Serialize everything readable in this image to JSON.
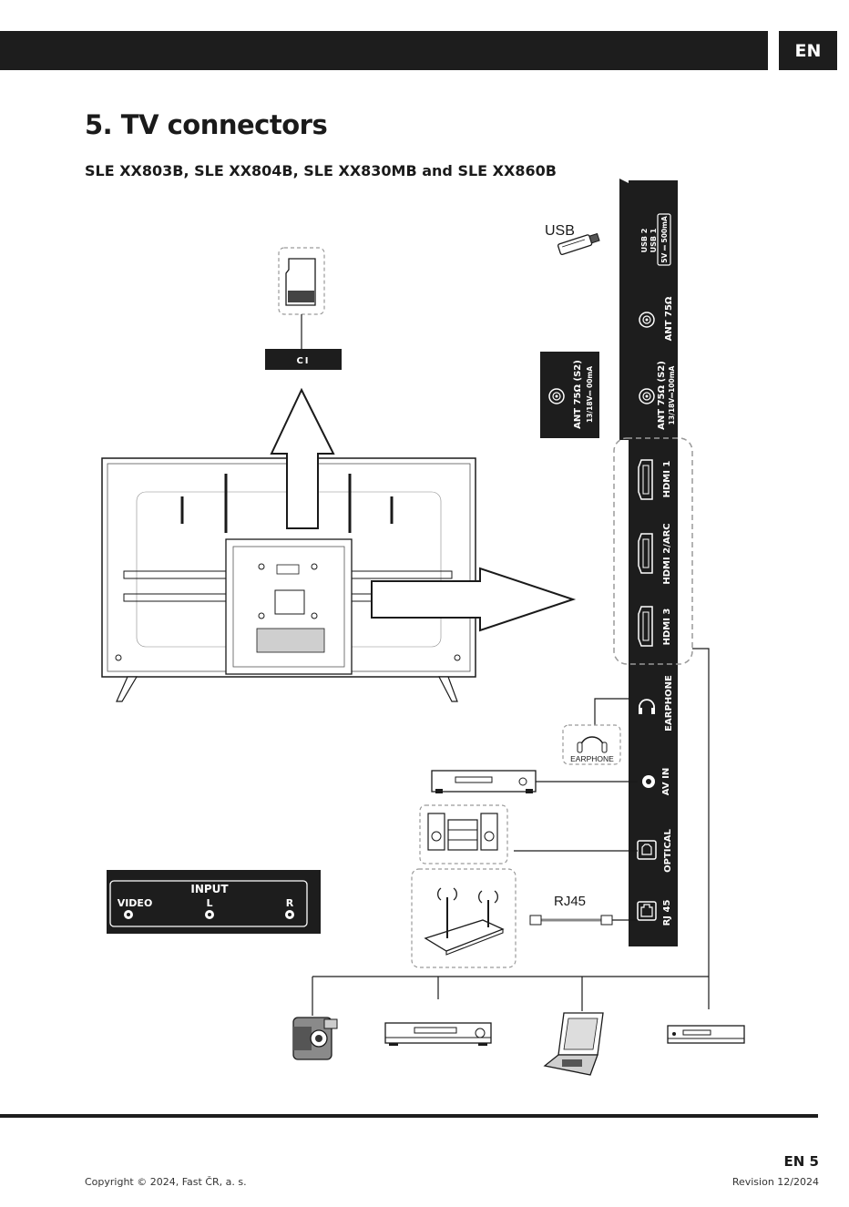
{
  "header": {
    "lang": "EN"
  },
  "title": "5. TV connectors",
  "subtitle": "SLE XX803B, SLE XX804B, SLE XX830MB and SLE XX860B",
  "labels": {
    "usb_device": "USB",
    "ci": "CI",
    "rj45_cable": "RJ45",
    "earphone_box": "EARPHONE"
  },
  "side_panel": {
    "usb2": "USB 2",
    "usb1": "USB 1",
    "usb_power": "5V ⎓ 500mA",
    "ant": "ANT 75Ω",
    "ant_s2": "ANT 75Ω (S2)",
    "ant_s2_power": "13/18V⎓100mA",
    "hdmi1": "HDMI 1",
    "hdmi2": "HDMI 2/ARC",
    "hdmi3": "HDMI 3",
    "earphone": "EARPHONE",
    "av_in": "AV IN",
    "optical": "OPTICAL",
    "rj45": "RJ 45"
  },
  "ant_detail": {
    "label": "ANT 75Ω (S2)",
    "power": "13/18V⎓ 00mA"
  },
  "input_box": {
    "title": "INPUT",
    "video": "VIDEO",
    "left": "L",
    "right": "R"
  },
  "footer": {
    "page": "EN 5",
    "copyright": "Copyright © 2024, Fast ČR, a. s.",
    "revision": "Revision 12/2024"
  },
  "colors": {
    "dark": "#1d1d1d",
    "line": "#1a1a1a",
    "dashed": "#9a9a9a"
  }
}
